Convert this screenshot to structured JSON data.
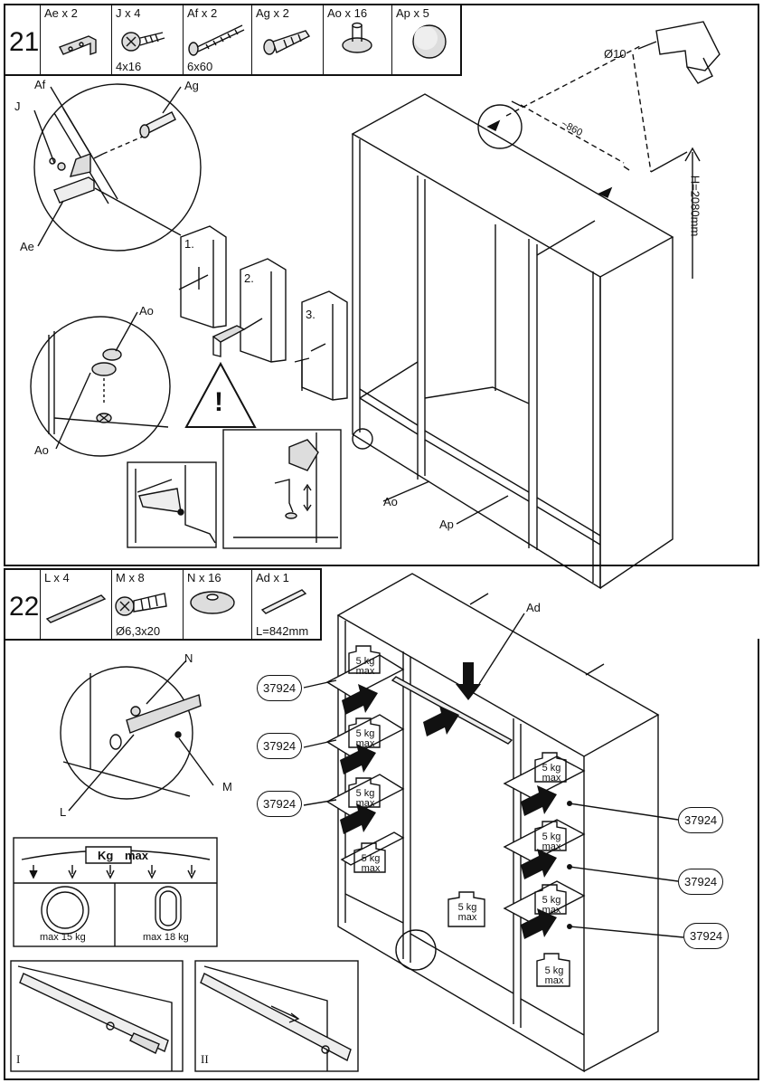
{
  "step21": {
    "number": "21",
    "parts": [
      {
        "label": "Ae x 2",
        "size": ""
      },
      {
        "label": "J x 4",
        "size": "4x16"
      },
      {
        "label": "Af x 2",
        "size": "6x60"
      },
      {
        "label": "Ag x 2",
        "size": ""
      },
      {
        "label": "Ao x 16",
        "size": ""
      },
      {
        "label": "Ap x 5",
        "size": ""
      }
    ],
    "callouts": {
      "af": "Af",
      "ag": "Ag",
      "j": "J",
      "ae": "Ae",
      "ao_top": "Ao",
      "ao_bottom": "Ao",
      "ao_main": "Ao",
      "ap_main": "Ap"
    },
    "drill_diameter": "Ø10",
    "distance": "~860",
    "height": "H=2080mm",
    "sub_steps": [
      "1.",
      "2.",
      "3."
    ],
    "warning_symbol": "!"
  },
  "step22": {
    "number": "22",
    "parts": [
      {
        "label": "L x 4",
        "size": ""
      },
      {
        "label": "M x 8",
        "size": "Ø6,3x20"
      },
      {
        "label": "N x 16",
        "size": ""
      },
      {
        "label": "Ad x 1",
        "size": "L=842mm"
      }
    ],
    "callouts": {
      "n": "N",
      "m": "M",
      "l": "L",
      "ad": "Ad"
    },
    "part_code": "37924",
    "load_box": {
      "kg": "Kg",
      "max": "max",
      "round": "max 15 kg",
      "oval": "max 18 kg"
    },
    "shelf_weight": {
      "value": "5 kg",
      "max": "max"
    },
    "roman": [
      "I",
      "II"
    ]
  }
}
